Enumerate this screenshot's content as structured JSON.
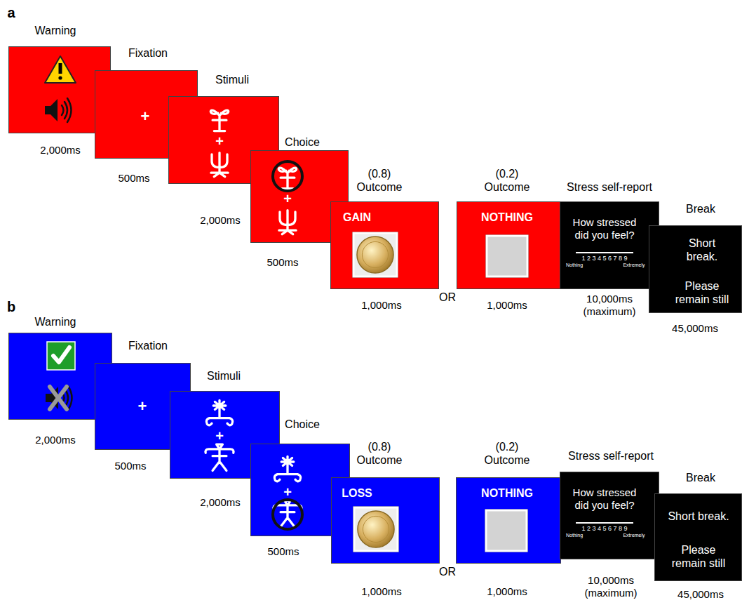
{
  "diagram": {
    "nodes": [
      {
        "text": [
          "Warning",
          "2,000ms"
        ]
      },
      {
        "text": [
          "Fixation",
          "+",
          "500ms"
        ]
      },
      {
        "text": [
          "Stimuli",
          "+",
          "2,000ms"
        ]
      },
      {
        "text": [
          "Choice",
          "+",
          "500ms"
        ]
      },
      {
        "text": [
          "(0.8) Outcome",
          "GAIN",
          "1,000ms"
        ]
      },
      {
        "text": [
          "(0.2) Outcome",
          "NOTHING",
          "1,000ms"
        ]
      },
      {
        "text": [
          "Stress self-report",
          "How stressed did you feel?",
          "1 2 3 4 5 6 7 8 9",
          "Nothing",
          "Extremely",
          "10,000ms (maximum)"
        ]
      },
      {
        "text": [
          "Break",
          "Short break.",
          "Please remain still",
          "45,000ms"
        ]
      },
      {
        "text": [
          "Warning",
          "2,000ms"
        ]
      },
      {
        "text": [
          "Fixation",
          "+",
          "500ms"
        ]
      },
      {
        "text": [
          "Stimuli",
          "+",
          "2,000ms"
        ]
      },
      {
        "text": [
          "Choice",
          "+",
          "500ms"
        ]
      },
      {
        "text": [
          "(0.8) Outcome",
          "LOSS",
          "1,000ms"
        ]
      },
      {
        "text": [
          "(0.2) Outcome",
          "NOTHING",
          "1,000ms"
        ]
      },
      {
        "text": [
          "Stress self-report",
          "How stressed did you feel?",
          "1 2 3 4 5 6 7 8 9",
          "Nothing",
          "Extremely",
          "10,000ms (maximum)"
        ]
      },
      {
        "text": [
          "Break",
          "Short break.",
          "Please remain still",
          "45,000ms"
        ]
      }
    ],
    "labels": [
      "a",
      "OR",
      "b",
      "OR"
    ]
  }
}
